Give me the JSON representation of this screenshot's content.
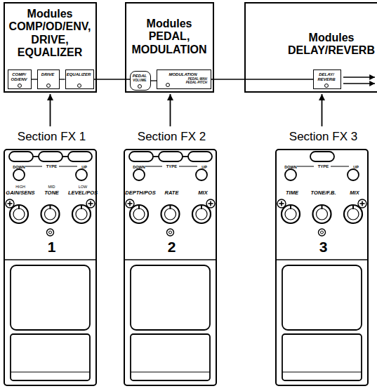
{
  "diagram": {
    "nodes": [
      {
        "text": [
          "Modules COMP/OD/ENV, DRIVE, EQUALIZER"
        ]
      },
      {
        "text": [
          "COMP/ OD/ENV"
        ],
        "in": 0
      },
      {
        "text": [
          "DRIVE"
        ],
        "in": 0
      },
      {
        "text": [
          "EQUALIZER"
        ],
        "in": 0
      },
      {
        "text": [
          "Modules PEDAL, MODULATION"
        ]
      },
      {
        "text": [
          "PEDAL",
          "VOLUME"
        ],
        "in": 4
      },
      {
        "text": [
          "MODULATION",
          "PEDAL-WAH PEDAL-PITCH"
        ],
        "in": 4
      },
      {
        "text": [
          "Modules DELAY/REVERB"
        ]
      },
      {
        "text": [
          "DELAY/ REVERB"
        ],
        "in": 7
      },
      {
        "text": [
          "Section FX 1",
          "DOWN",
          "TYPE",
          "UP",
          "HIGH",
          "GAIN/SENS",
          "MID",
          "TONE",
          "LOW",
          "LEVEL/POS",
          "1"
        ]
      },
      {
        "text": [
          "Section FX 2",
          "DOWN",
          "TYPE",
          "UP",
          "DEPTH/POS",
          "RATE",
          "MIX",
          "2"
        ]
      },
      {
        "text": [
          "Section FX 3",
          "DOWN",
          "TYPE",
          "UP",
          "TIME",
          "TONE/F.B.",
          "MIX",
          "3"
        ]
      }
    ],
    "edges": [
      {
        "from": 1,
        "to": 2,
        "arrow": "none"
      },
      {
        "from": 2,
        "to": 3,
        "arrow": "none"
      },
      {
        "from": 3,
        "to": 5,
        "arrow": "none"
      },
      {
        "from": 5,
        "to": 6,
        "arrow": "none"
      },
      {
        "from": 6,
        "to": 8,
        "arrow": "none"
      },
      {
        "from": 9,
        "to": 0,
        "arrow": "to"
      },
      {
        "from": 10,
        "to": 4,
        "arrow": "to"
      },
      {
        "from": 11,
        "to": 7,
        "arrow": "to"
      }
    ]
  }
}
